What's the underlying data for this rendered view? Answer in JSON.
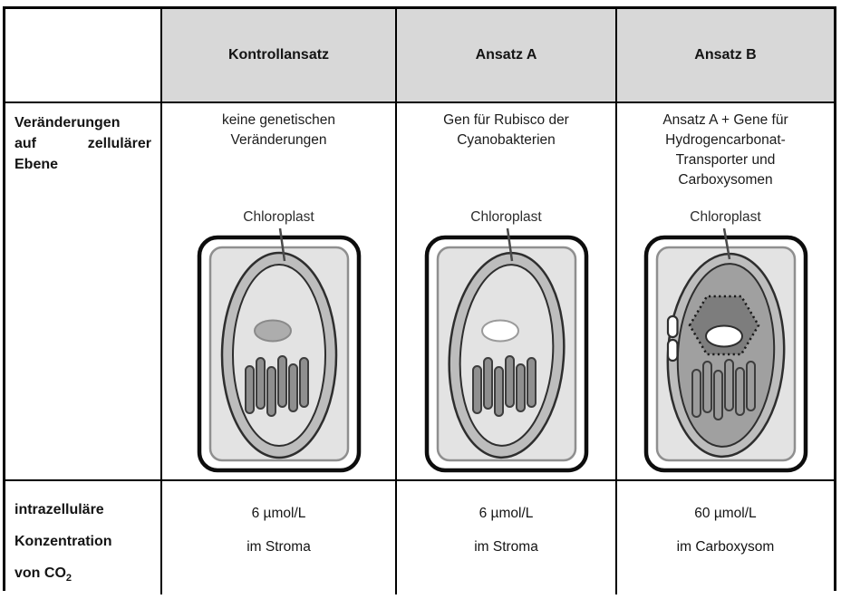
{
  "colors": {
    "header_bg": "#d8d8d8",
    "table_border": "#000000",
    "cell_interior_gray": "#e3e3e3",
    "membrane_gray": "#bdbdbd",
    "stroma_dark_gray": "#a0a0a0",
    "grana_gray": "#8f8f8f",
    "carboxysome_gray": "#7d7d7d"
  },
  "header": {
    "corner": "",
    "columns": [
      "Kontrollansatz",
      "Ansatz A",
      "Ansatz B"
    ]
  },
  "rows": {
    "cellular_changes": {
      "label": {
        "line1": "Veränderungen",
        "line2_word1": "auf",
        "line2_word2": "zellulärer",
        "line3": "Ebene"
      },
      "entries": [
        {
          "lines": [
            "keine genetischen",
            "Veränderungen"
          ],
          "organelle_label": "Chloroplast"
        },
        {
          "lines": [
            "Gen für Rubisco der",
            "Cyanobakterien"
          ],
          "organelle_label": "Chloroplast"
        },
        {
          "lines": [
            "Ansatz A + Gene für",
            "Hydrogencarbonat-",
            "Transporter und",
            "Carboxysomen"
          ],
          "organelle_label": "Chloroplast"
        }
      ]
    },
    "co2_concentration": {
      "label": {
        "line1": "intrazelluläre",
        "line2": "Konzentration",
        "line3_text": "von CO",
        "line3_subscript": "2"
      },
      "entries": [
        {
          "value": "6 µmol/L",
          "location": "im Stroma"
        },
        {
          "value": "6 µmol/L",
          "location": "im Stroma"
        },
        {
          "value": "60 µmol/L",
          "location": "im Carboxysom"
        }
      ]
    }
  }
}
